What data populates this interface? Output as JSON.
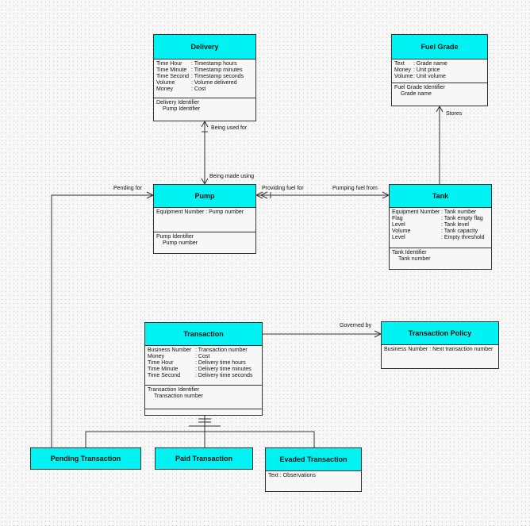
{
  "delivery": {
    "title": "Delivery",
    "attrs": [
      {
        "name": "Time Hour",
        "value": ": Timestamp hours"
      },
      {
        "name": "Time Minute",
        "value": ": Timestamp minutes"
      },
      {
        "name": "Time Second",
        "value": ": Timestamp seconds"
      },
      {
        "name": "Volume",
        "value": ": Volume delivered"
      },
      {
        "name": "Money",
        "value": ": Cost"
      }
    ],
    "identifier": "Delivery Identifier",
    "identifier_attr": "Pump Identifier"
  },
  "fuel_grade": {
    "title": "Fuel Grade",
    "attrs": [
      {
        "name": "Text",
        "value": ": Grade name"
      },
      {
        "name": "Money",
        "value": ": Unit price"
      },
      {
        "name": "Volume",
        "value": ": Unit volume"
      }
    ],
    "identifier": "Fuel Grade Identifier",
    "identifier_attr": "Grade name"
  },
  "pump": {
    "title": "Pump",
    "attr": "Equipment Number : Pump number",
    "identifier": "Pump Identifier",
    "identifier_attr": "Pump number"
  },
  "tank": {
    "title": "Tank",
    "attrs": [
      {
        "name": "Equipment Number",
        "value": ": Tank number"
      },
      {
        "name": "Flag",
        "value": ": Tank empty flag"
      },
      {
        "name": "Level",
        "value": ": Tank level"
      },
      {
        "name": "Volume",
        "value": ": Tank capacity"
      },
      {
        "name": "Level",
        "value": ": Empty threshold"
      }
    ],
    "identifier": "Tank Identifier",
    "identifier_attr": "Tank number"
  },
  "transaction": {
    "title": "Transaction",
    "attrs": [
      {
        "name": "Business Number",
        "value": ": Transaction number"
      },
      {
        "name": "Money",
        "value": ": Cost"
      },
      {
        "name": "Time Hour",
        "value": ": Delivery time hours"
      },
      {
        "name": "Time Minute",
        "value": ": Delivery time minutes"
      },
      {
        "name": "Time Second",
        "value": ": Delivery time seconds"
      }
    ],
    "identifier": "Transaction Identifier",
    "identifier_attr": "Transaction number"
  },
  "transaction_policy": {
    "title": "Transaction Policy",
    "attr": "Business Number : Next transaction number"
  },
  "pending_transaction": {
    "title": "Pending Transaction"
  },
  "paid_transaction": {
    "title": "Paid Transaction"
  },
  "evaded_transaction": {
    "title": "Evaded Transaction",
    "attr": "Text : Observations"
  },
  "relationships": {
    "being_used_for": "Being used for",
    "being_made_using": "Being made using",
    "stores": "Stores",
    "pending_for": "Pending for",
    "providing_fuel_for": "Providing fuel for",
    "pumping_fuel_from": "Pumping fuel from",
    "governed_by": "Governed by"
  },
  "colors": {
    "entity_header": "#00f2f2",
    "line": "#333333"
  }
}
